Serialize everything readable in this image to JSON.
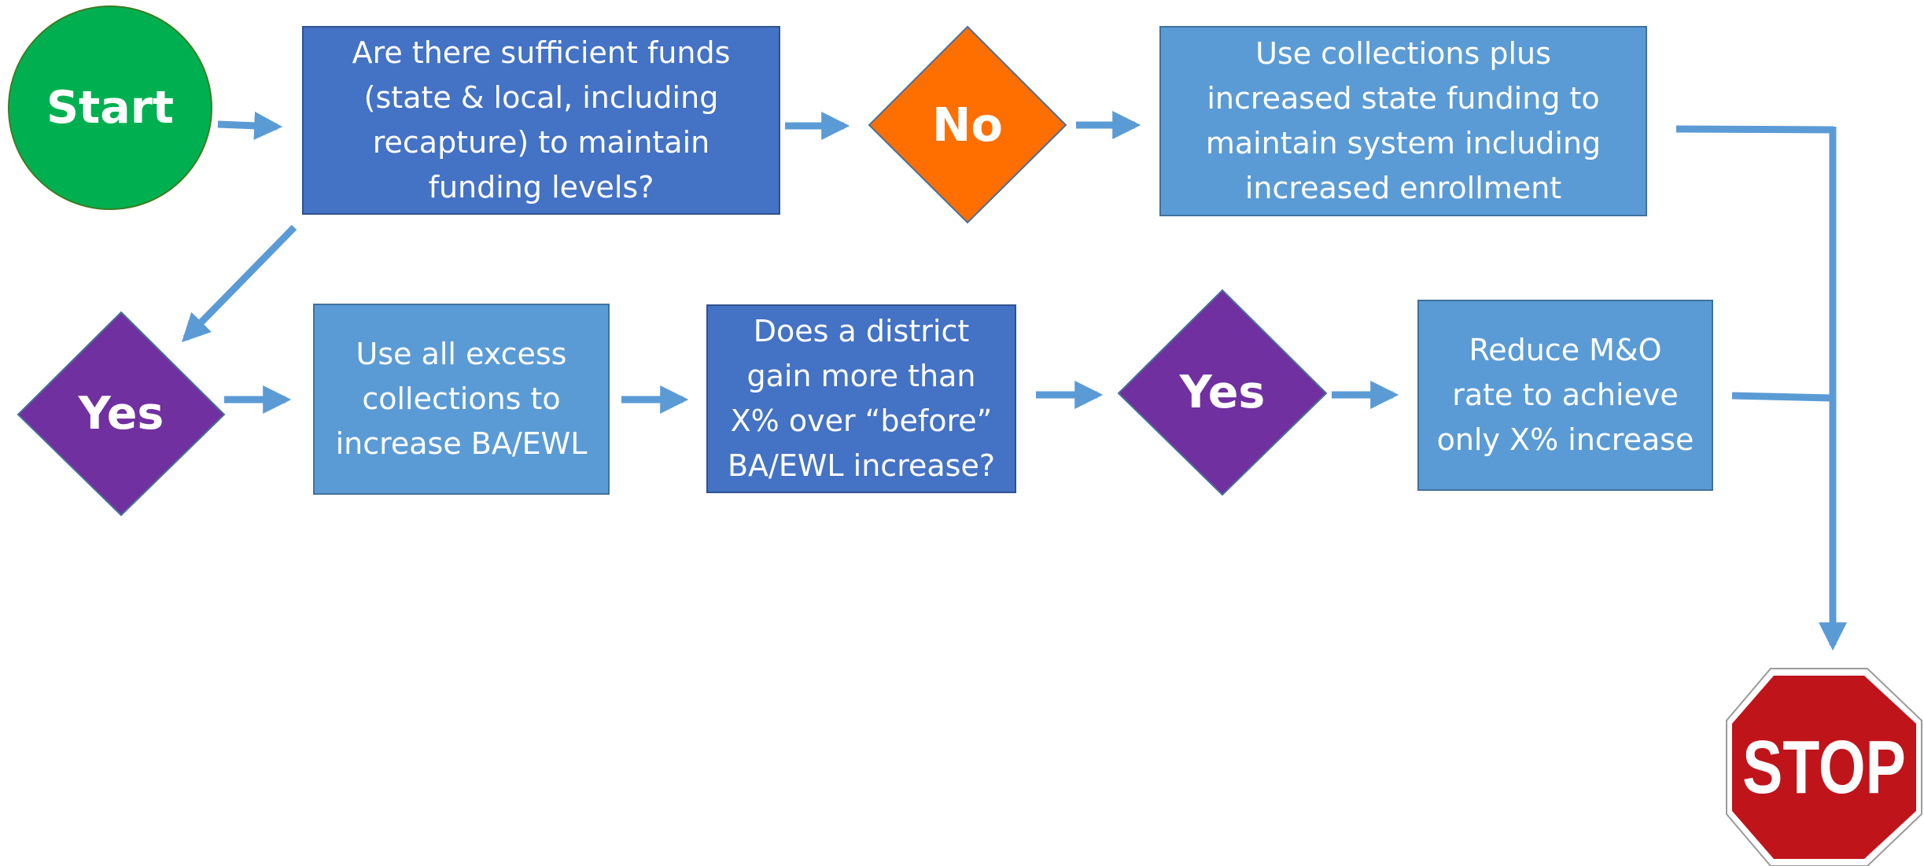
{
  "colors": {
    "start": "#00b050",
    "decision_no": "#ff6f00",
    "decision_yes": "#7030a0",
    "box_dark": "#4472c4",
    "box_light": "#5b9bd5",
    "arrow": "#5b9bd5",
    "stop": "#c0141b"
  },
  "start": {
    "label": "Start"
  },
  "question_funds": {
    "text": "Are there sufficient funds\n(state & local, including\nrecapture) to maintain\nfunding levels?"
  },
  "decision_no": {
    "label": "No"
  },
  "action_state_funding": {
    "text": "Use collections plus\nincreased state funding to\nmaintain system including\nincreased enrollment"
  },
  "decision_yes_1": {
    "label": "Yes"
  },
  "action_excess": {
    "text": "Use all excess\ncollections to\nincrease BA/EWL"
  },
  "question_gain": {
    "text": "Does a district\ngain more than\nX% over “before”\nBA/EWL increase?"
  },
  "decision_yes_2": {
    "label": "Yes"
  },
  "action_reduce": {
    "text": "Reduce M&O\nrate to achieve\nonly X% increase"
  },
  "stop": {
    "label": "STOP"
  }
}
